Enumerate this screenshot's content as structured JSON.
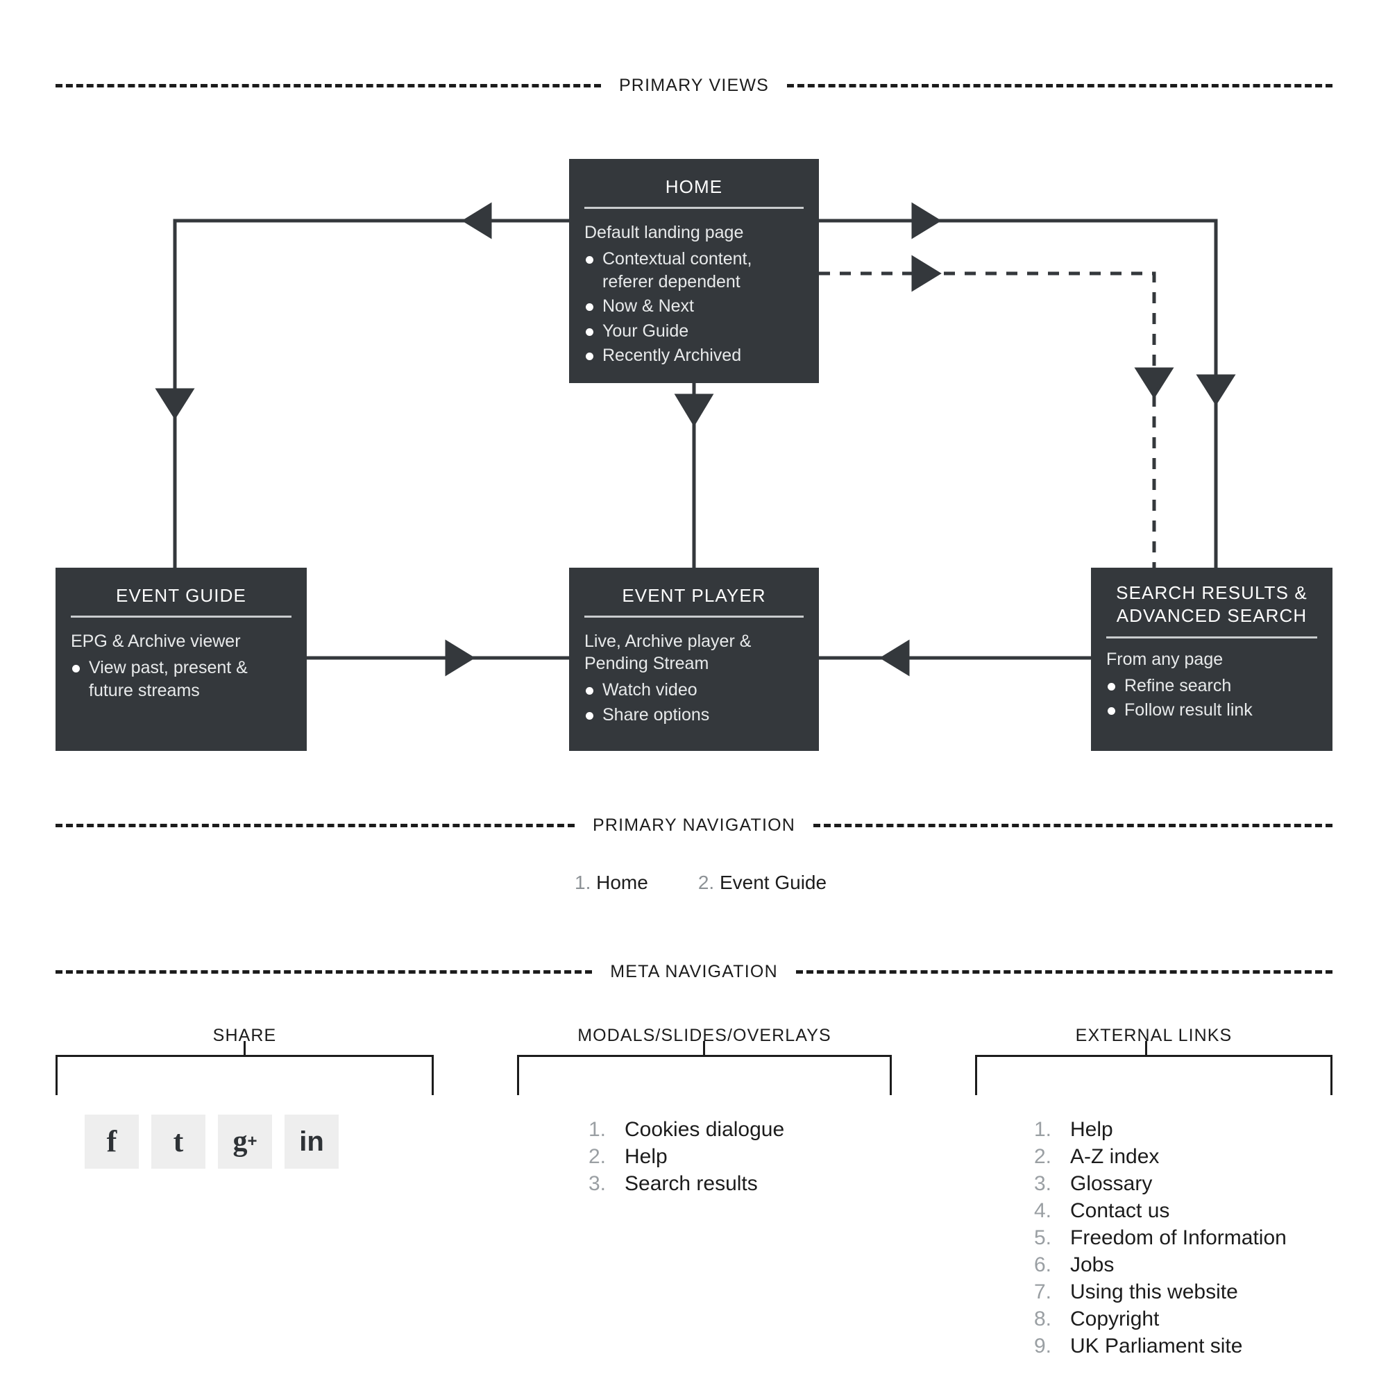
{
  "sections": {
    "primary_views_label": "PRIMARY VIEWS",
    "primary_navigation_label": "PRIMARY NAVIGATION",
    "meta_navigation_label": "META NAVIGATION"
  },
  "views": {
    "home": {
      "title": "HOME",
      "lead": "Default landing page",
      "bullets": [
        "Contextual content, referer dependent",
        "Now & Next",
        "Your Guide",
        "Recently Archived"
      ]
    },
    "event_guide": {
      "title": "EVENT GUIDE",
      "lead": "EPG & Archive viewer",
      "bullets": [
        "View past, present & future streams"
      ]
    },
    "event_player": {
      "title": "EVENT PLAYER",
      "lead": "Live, Archive player & Pending Stream",
      "bullets": [
        "Watch video",
        "Share options"
      ]
    },
    "search": {
      "title": "SEARCH RESULTS & ADVANCED SEARCH",
      "lead": "From any page",
      "bullets": [
        "Refine search",
        "Follow result link"
      ]
    }
  },
  "primary_navigation": {
    "items": [
      {
        "num": "1.",
        "label": "Home"
      },
      {
        "num": "2.",
        "label": "Event Guide"
      }
    ]
  },
  "meta_navigation": {
    "share": {
      "title": "SHARE",
      "tiles": [
        {
          "icon": "facebook-icon",
          "glyph": "f"
        },
        {
          "icon": "tumblr-icon",
          "glyph": "t"
        },
        {
          "icon": "google-plus-icon",
          "glyph": "g"
        },
        {
          "icon": "linkedin-icon",
          "glyph": "in"
        }
      ]
    },
    "modals": {
      "title": "MODALS/SLIDES/OVERLAYS",
      "items": [
        {
          "num": "1.",
          "label": "Cookies dialogue"
        },
        {
          "num": "2.",
          "label": "Help"
        },
        {
          "num": "3.",
          "label": "Search results"
        }
      ]
    },
    "external": {
      "title": "EXTERNAL LINKS",
      "items": [
        {
          "num": "1.",
          "label": "Help"
        },
        {
          "num": "2.",
          "label": "A-Z index"
        },
        {
          "num": "3.",
          "label": "Glossary"
        },
        {
          "num": "4.",
          "label": "Contact us"
        },
        {
          "num": "5.",
          "label": "Freedom of Information"
        },
        {
          "num": "6.",
          "label": "Jobs"
        },
        {
          "num": "7.",
          "label": "Using this website"
        },
        {
          "num": "8.",
          "label": "Copyright"
        },
        {
          "num": "9.",
          "label": "UK Parliament site"
        }
      ]
    }
  },
  "colors": {
    "box_fill": "#34383c",
    "box_text": "#ffffff",
    "line": "#34383c",
    "divider": "#1c1c1c",
    "tile_bg": "#eeeeee",
    "muted_text": "#9a9fa3"
  }
}
